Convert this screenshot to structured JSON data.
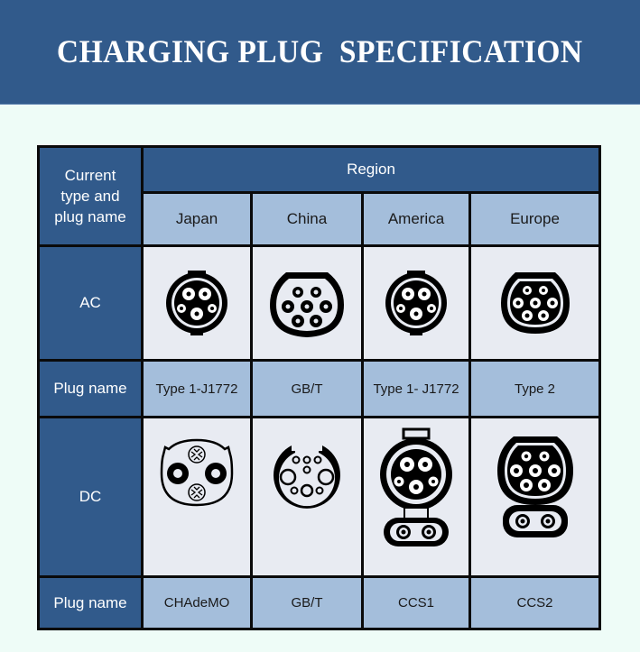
{
  "header": {
    "title": "CHARGING PLUG  SPECIFICATION"
  },
  "colors": {
    "banner": "#315a8b",
    "header_cell": "#315a8b",
    "sub_header_cell": "#a4bedb",
    "image_cell": "#e8ebf2",
    "border": "#0a0a0a",
    "page_background": "#eefcf7"
  },
  "table": {
    "corner_label": "Current type and plug name",
    "corner_lines": [
      "Current",
      "type and",
      "plug name"
    ],
    "region_label": "Region",
    "regions": [
      "Japan",
      "China",
      "America",
      "Europe"
    ],
    "rows": [
      {
        "current_type": "AC",
        "plug_name_label": "Plug name",
        "plugs": [
          {
            "icon": "type1-j1772-plug-icon",
            "name": "Type 1-J1772"
          },
          {
            "icon": "gbt-ac-plug-icon",
            "name": "GB/T"
          },
          {
            "icon": "type1-j1772-plug-icon",
            "name": "Type 1- J1772"
          },
          {
            "icon": "type2-plug-icon",
            "name": "Type 2"
          }
        ]
      },
      {
        "current_type": "DC",
        "plug_name_label": "Plug name",
        "plugs": [
          {
            "icon": "chademo-plug-icon",
            "name": "CHAdeMO"
          },
          {
            "icon": "gbt-dc-plug-icon",
            "name": "GB/T"
          },
          {
            "icon": "ccs1-plug-icon",
            "name": "CCS1"
          },
          {
            "icon": "ccs2-plug-icon",
            "name": "CCS2"
          }
        ]
      }
    ]
  }
}
